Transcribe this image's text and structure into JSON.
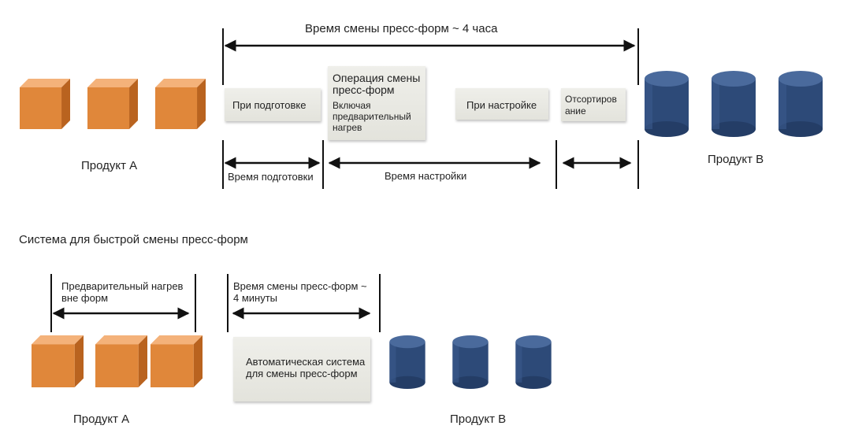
{
  "top": {
    "title": "Время смены пресс-форм ~ 4 часа",
    "box_prep": "При подготовке",
    "box_op_title": "Операция смены пресс-форм",
    "box_op_sub": "Включая предварительный нагрев",
    "box_setup": "При настройке",
    "box_sort": "Отсортиров ание",
    "prep_time": "Время подготовки",
    "setup_time": "Время настройки",
    "product_a": "Продукт A",
    "product_b": "Продукт B"
  },
  "section_title": "Система для быстрой смены пресс-форм",
  "bottom": {
    "preheat": "Предварительный нагрев вне форм",
    "change_time": "Время смены пресс-форм ~ 4 минуты",
    "auto_box": "Автоматическая система для смены пресс-форм",
    "product_a": "Продукт A",
    "product_b": "Продукт B"
  },
  "colors": {
    "cube": "#e0873a",
    "cylinder": "#2d4a78"
  }
}
